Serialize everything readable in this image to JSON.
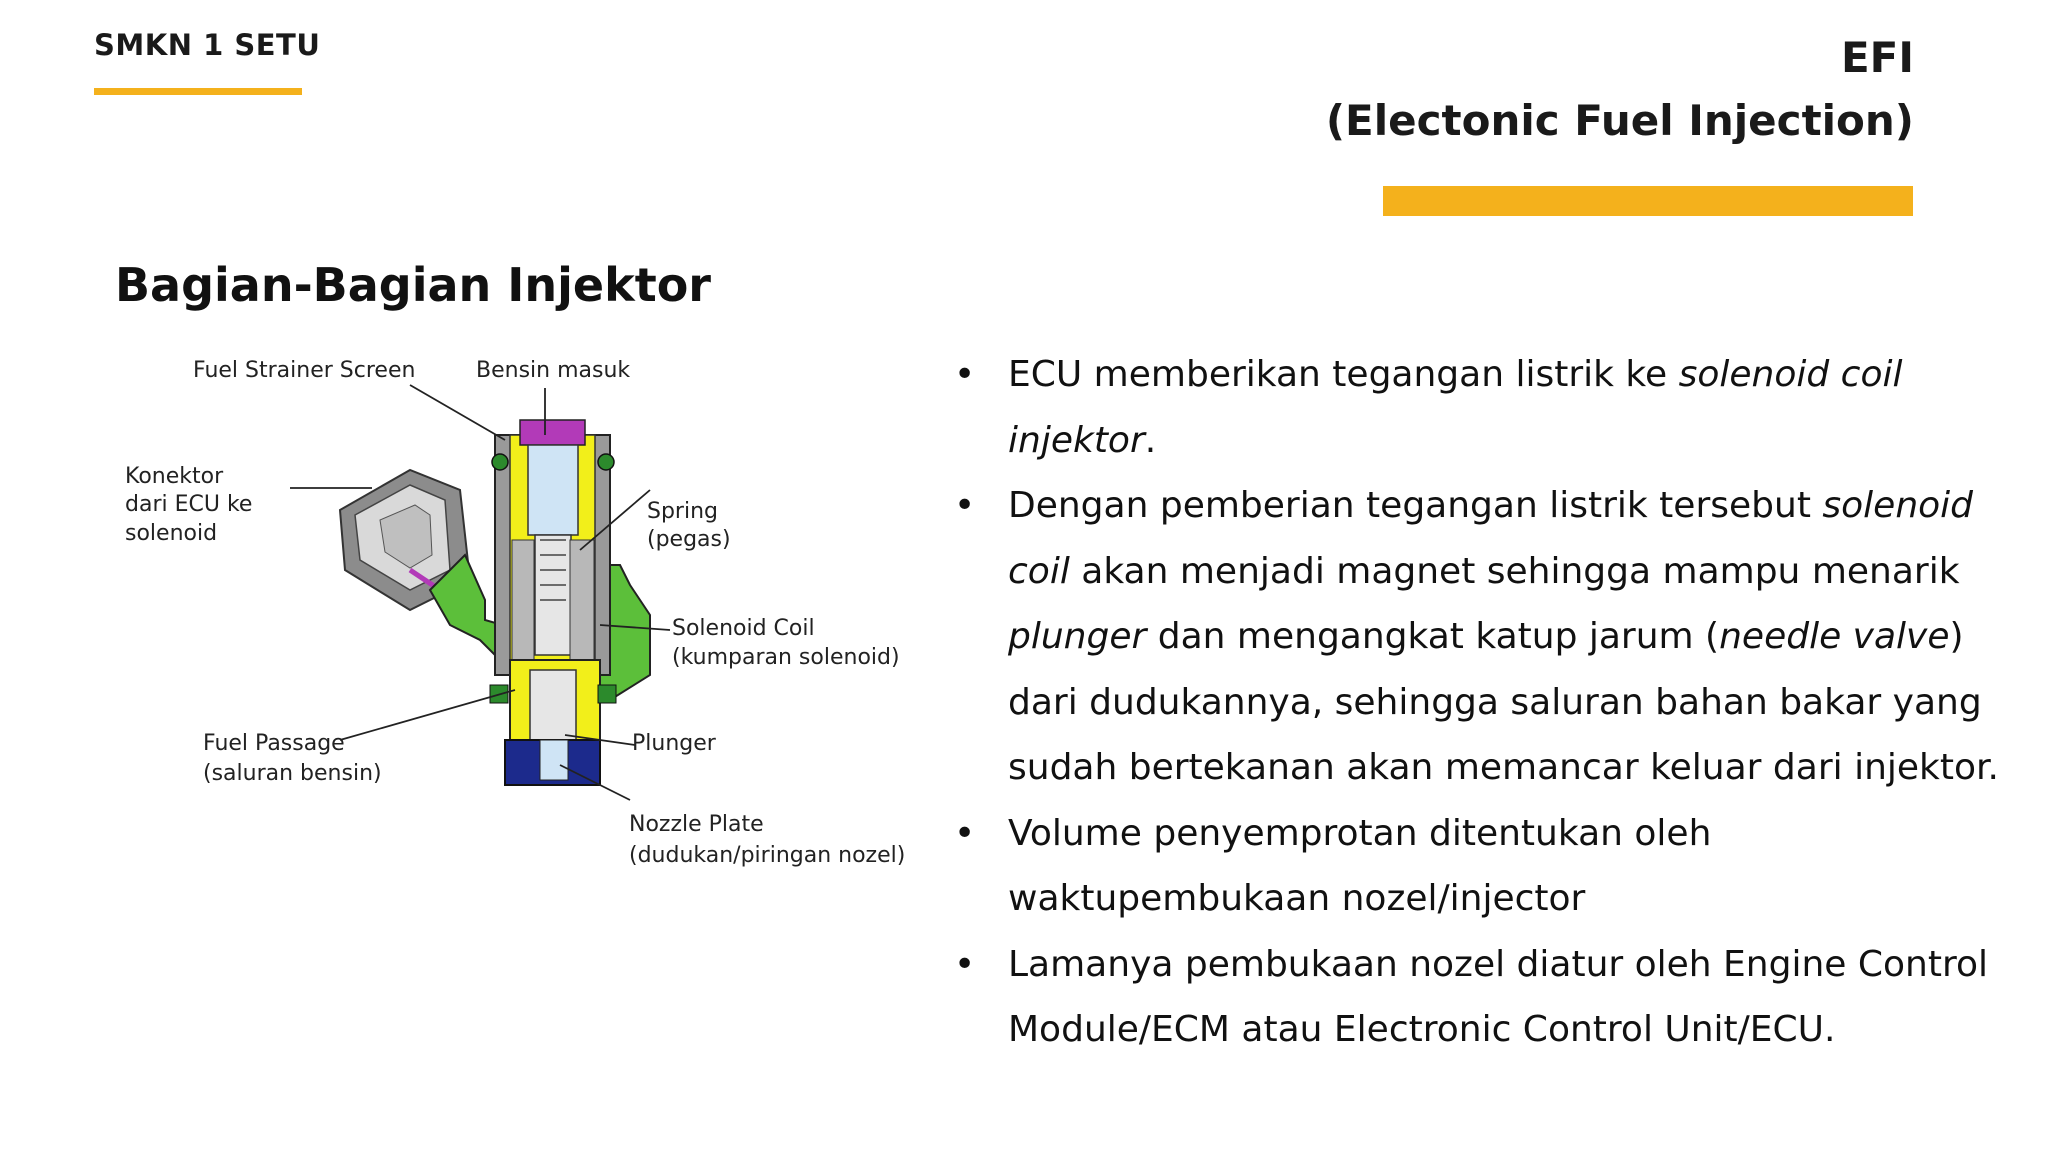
{
  "header": {
    "school": "SMKN 1 SETU",
    "title_line1": "EFI",
    "title_line2": "(Electonic Fuel Injection)"
  },
  "colors": {
    "accent": "#f4b11c",
    "injector_green": "#5cbf3a",
    "injector_yellow": "#f2ef1a",
    "injector_purple": "#b23ab8",
    "injector_blue": "#1c2a8c",
    "injector_grey": "#9a9a9a"
  },
  "main": {
    "heading": "Bagian-Bagian Injektor",
    "diagram_labels": {
      "fuel_strainer_screen": "Fuel Strainer Screen",
      "bensin_masuk": "Bensin masuk",
      "konektor_1": "Konektor",
      "konektor_2": "dari ECU ke",
      "konektor_3": "solenoid",
      "spring_1": "Spring",
      "spring_2": "(pegas)",
      "solenoid_1": "Solenoid Coil",
      "solenoid_2": "(kumparan solenoid)",
      "fuel_passage_1": "Fuel Passage",
      "fuel_passage_2": "(saluran bensin)",
      "plunger": "Plunger",
      "nozzle_1": "Nozzle Plate",
      "nozzle_2": "(dudukan/piringan nozel)"
    },
    "bullets": {
      "b1_p1": "ECU memberikan tegangan listrik ke ",
      "b1_i1": "solenoid coil",
      "b1_i2": "injektor",
      "b1_p2": ".",
      "b2_p1": "Dengan pemberian tegangan listrik tersebut ",
      "b2_i1": "solenoid",
      "b2_i2": "coil",
      "b2_p2": " akan menjadi magnet sehingga mampu menarik",
      "b2_i3": "plunger",
      "b2_p3": " dan mengangkat katup jarum (",
      "b2_i4": "needle valve",
      "b2_p4": ")",
      "b2_p5": "dari dudukannya, sehingga saluran bahan bakar yang",
      "b2_p6": "sudah bertekanan akan memancar keluar dari injektor.",
      "b3_p1": "Volume penyemprotan ditentukan oleh",
      "b3_p2": "waktupembukaan nozel/injector",
      "b4_p1": "Lamanya pembukaan nozel diatur oleh Engine Control",
      "b4_p2": "Module/ECM atau Electronic Control Unit/ECU.",
      "bullet_char": "•"
    }
  }
}
